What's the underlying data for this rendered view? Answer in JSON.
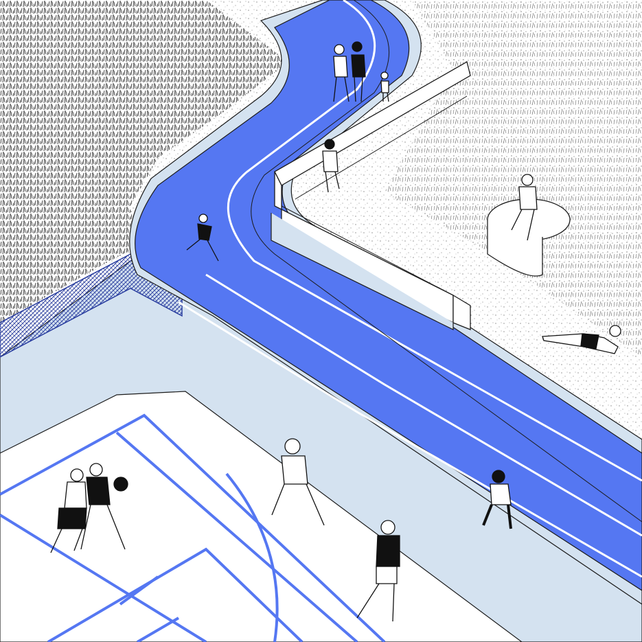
{
  "scene": {
    "kind": "isometric architectural illustration",
    "colors": {
      "track": "#5577f2",
      "track_edge": "#1c1c1c",
      "pale_blue": "#d4e2f0",
      "court_line": "#5577f2",
      "court_floor": "#ffffff",
      "fence": "#2b3fa0",
      "ink": "#111111",
      "paper": "#ffffff"
    },
    "figures": [
      "runner-child",
      "family-walking",
      "sitter-on-wall",
      "person-on-bench",
      "person-lying-in-grass",
      "person-sitting-on-track",
      "basketball-player-dribbling",
      "basketball-defender",
      "basketball-player-crouching",
      "basketball-player-standing"
    ]
  }
}
